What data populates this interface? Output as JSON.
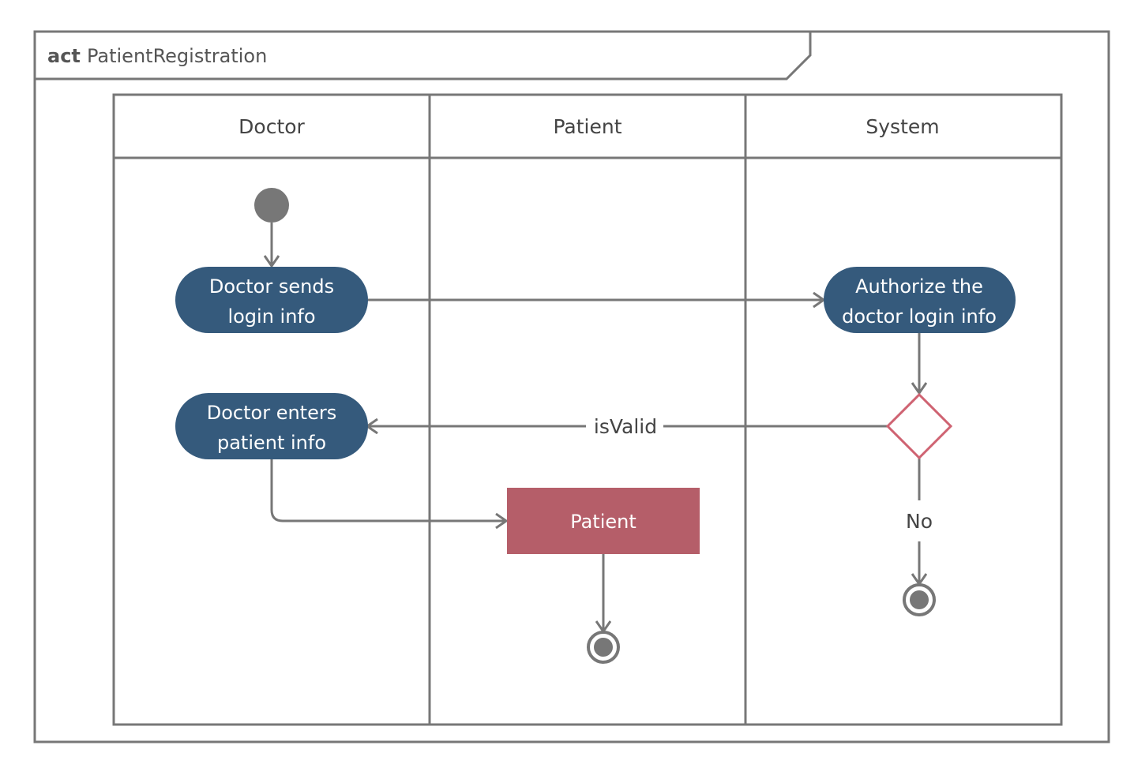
{
  "frame": {
    "keyword": "act",
    "name": "PatientRegistration"
  },
  "lanes": [
    {
      "label": "Doctor"
    },
    {
      "label": "Patient"
    },
    {
      "label": "System"
    }
  ],
  "actions": {
    "doctor_sends": {
      "line1": "Doctor sends",
      "line2": "login info"
    },
    "authorize": {
      "line1": "Authorize the",
      "line2": "doctor login info"
    },
    "doctor_enters": {
      "line1": "Doctor enters",
      "line2": "patient info"
    }
  },
  "object_node": {
    "label": "Patient"
  },
  "edges": {
    "is_valid": "isValid",
    "no": "No"
  },
  "colors": {
    "action_fill": "#355a7c",
    "object_fill": "#b55e69",
    "decision_stroke": "#cf6372",
    "line": "#777777",
    "node_gray": "#777777"
  }
}
